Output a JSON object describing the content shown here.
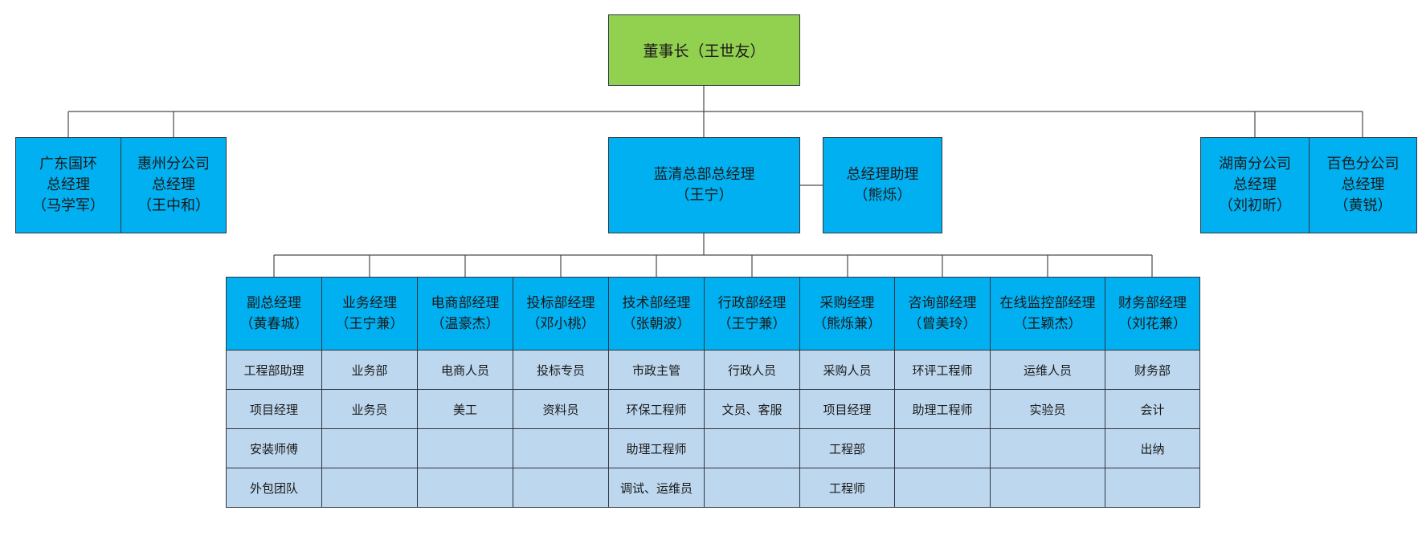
{
  "chairman": {
    "title": "董事长",
    "name": "（王世友）"
  },
  "branches_left": [
    {
      "lines": [
        "广东国环",
        "总经理",
        "（马学军）"
      ]
    },
    {
      "lines": [
        "惠州分公司",
        "总经理",
        "（王中和）"
      ]
    }
  ],
  "general_manager": {
    "lines": [
      "蓝清总部总经理",
      "（王宁）"
    ]
  },
  "assistant": {
    "lines": [
      "总经理助理",
      "（熊烁）"
    ]
  },
  "branches_right": [
    {
      "lines": [
        "湖南分公司",
        "总经理",
        "（刘初昕）"
      ]
    },
    {
      "lines": [
        "百色分公司",
        "总经理",
        "（黄锐）"
      ]
    }
  ],
  "departments": [
    {
      "title": "副总经理",
      "name": "（黄春城）",
      "staff": [
        "工程部助理",
        "项目经理",
        "安装师傅",
        "外包团队"
      ]
    },
    {
      "title": "业务经理",
      "name": "（王宁兼）",
      "staff": [
        "业务部",
        "业务员",
        "",
        ""
      ]
    },
    {
      "title": "电商部经理",
      "name": "（温豪杰）",
      "staff": [
        "电商人员",
        "美工",
        "",
        ""
      ]
    },
    {
      "title": "投标部经理",
      "name": "（邓小桃）",
      "staff": [
        "投标专员",
        "资料员",
        "",
        ""
      ]
    },
    {
      "title": "技术部经理",
      "name": "（张朝波）",
      "staff": [
        "市政主管",
        "环保工程师",
        "助理工程师",
        "调试、运维员"
      ]
    },
    {
      "title": "行政部经理",
      "name": "（王宁兼）",
      "staff": [
        "行政人员",
        "文员、客服",
        "",
        ""
      ]
    },
    {
      "title": "采购经理",
      "name": "（熊烁兼）",
      "staff": [
        "采购人员",
        "项目经理",
        "工程部",
        "工程师"
      ]
    },
    {
      "title": "咨询部经理",
      "name": "（曾美玲）",
      "staff": [
        "环评工程师",
        "助理工程师",
        "",
        ""
      ]
    },
    {
      "title": "在线监控部经理",
      "name": "（王颖杰）",
      "staff": [
        "运维人员",
        "实验员",
        "",
        ""
      ]
    },
    {
      "title": "财务部经理",
      "name": "（刘花兼）",
      "staff": [
        "财务部",
        "会计",
        "出纳",
        ""
      ]
    }
  ],
  "colors": {
    "root_fill": "#92d050",
    "box_fill": "#00b0f0",
    "cell_fill": "#bdd7ee",
    "border": "#2f3640",
    "connector": "#4a4a4a"
  }
}
